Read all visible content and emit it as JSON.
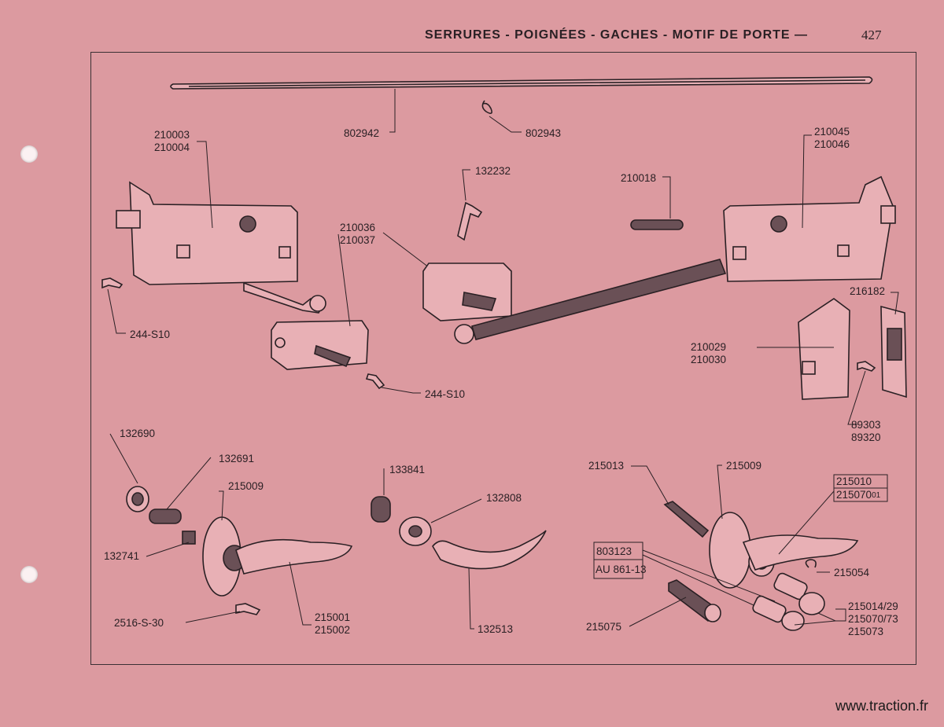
{
  "header": {
    "title": "SERRURES - POIGNÉES - GACHES - MOTIF DE PORTE",
    "dash": "—",
    "page": "427"
  },
  "watermark": "www.traction.fr",
  "parts": {
    "p802942": "802942",
    "p802943": "802943",
    "p210003": "210003",
    "p210004": "210004",
    "p132232": "132232",
    "p210018": "210018",
    "p210045": "210045",
    "p210046": "210046",
    "p210036": "210036",
    "p210037": "210037",
    "p244s10a": "244-S10",
    "p244s10b": "244-S10",
    "p216182": "216182",
    "p210029": "210029",
    "p210030": "210030",
    "p89303": "89303",
    "p89320": "89320",
    "p132690": "132690",
    "p132691": "132691",
    "p215009a": "215009",
    "p132741": "132741",
    "p2516s30": "2516-S-30",
    "p215001": "215001",
    "p215002": "215002",
    "p133841": "133841",
    "p132808": "132808",
    "p132513": "132513",
    "p215013": "215013",
    "p215009b": "215009",
    "p215010": "215010",
    "p215070a": "215070",
    "p215070a_suffix": "01",
    "p215054": "215054",
    "p803123": "803123",
    "pAU86113": "AU 861-13",
    "p215075": "215075",
    "p215014": "215014/29",
    "p215070b": "215070/73",
    "p215073": "215073"
  }
}
